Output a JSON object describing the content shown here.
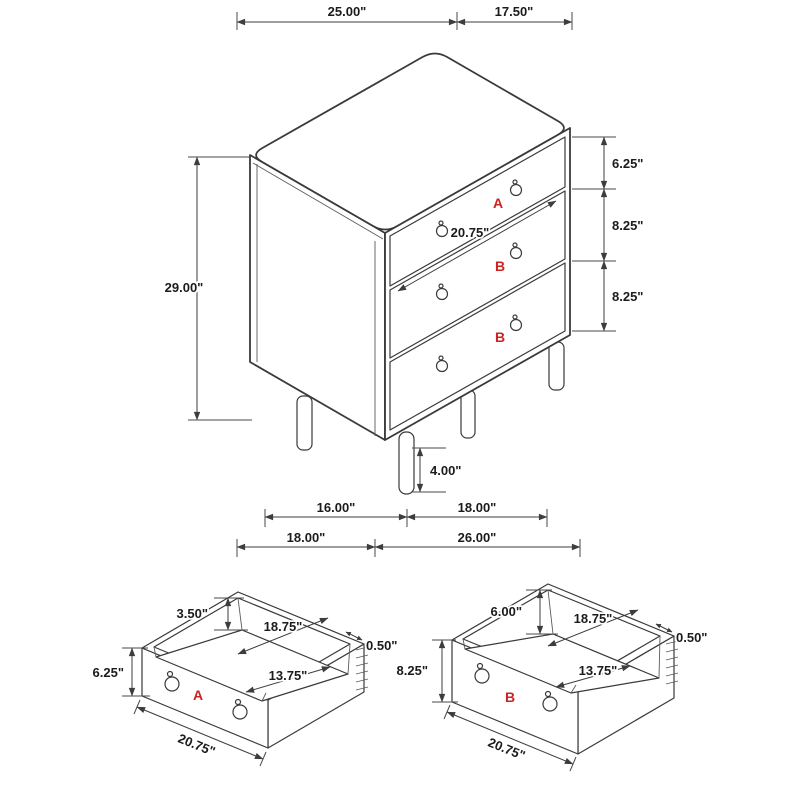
{
  "page": {
    "background": "#ffffff",
    "line_color": "#3d3d3d",
    "label_color": "#cc2222"
  },
  "main_view": {
    "drawer_labels": {
      "top": "A",
      "middle": "B",
      "bottom": "B"
    },
    "dims": {
      "top_width": "25.00\"",
      "top_depth": "17.50\"",
      "height": "29.00\"",
      "top_drawer_height": "6.25\"",
      "middle_drawer_height": "8.25\"",
      "bottom_drawer_height": "8.25\"",
      "drawer_front_width": "20.75\"",
      "leg_height": "4.00\"",
      "leg_span_left": "16.00\"",
      "leg_span_right": "18.00\"",
      "base_depth": "18.00\"",
      "base_width": "26.00\""
    }
  },
  "drawer_a_view": {
    "label": "A",
    "dims": {
      "inner_depth_drop": "3.50\"",
      "inner_width": "18.75\"",
      "wall_thickness": "0.50\"",
      "front_height": "6.25\"",
      "inner_depth": "13.75\"",
      "outer_width": "20.75\""
    }
  },
  "drawer_b_view": {
    "label": "B",
    "dims": {
      "inner_depth_drop": "6.00\"",
      "inner_width": "18.75\"",
      "wall_thickness": "0.50\"",
      "front_height": "8.25\"",
      "inner_depth": "13.75\"",
      "outer_width": "20.75\""
    }
  }
}
